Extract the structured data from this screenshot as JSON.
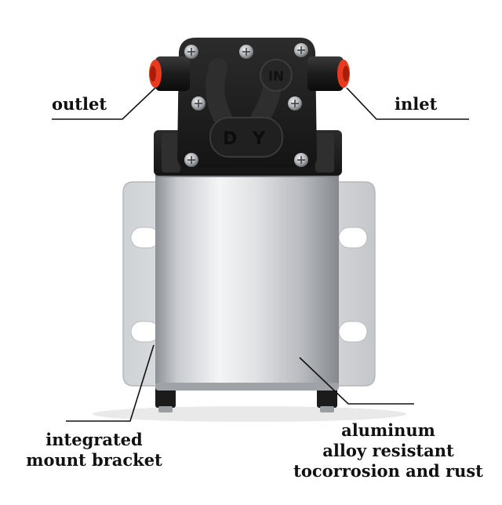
{
  "labels": {
    "outlet": "outlet",
    "inlet": "inlet",
    "bracket_line1": "integrated",
    "bracket_line2": "mount bracket",
    "aluminum_line1": "aluminum",
    "aluminum_line2": "alloy resistant",
    "aluminum_line3": "tocorrosion and rust"
  },
  "pump_head": {
    "letters_top": "IN",
    "letters_bottom": "D Y"
  },
  "colors": {
    "fitting_accent": "#e83a1e",
    "head_black": "#1a1a1a",
    "body_silver": "#c9ccd0",
    "bracket_silver": "#e3e5e7"
  }
}
